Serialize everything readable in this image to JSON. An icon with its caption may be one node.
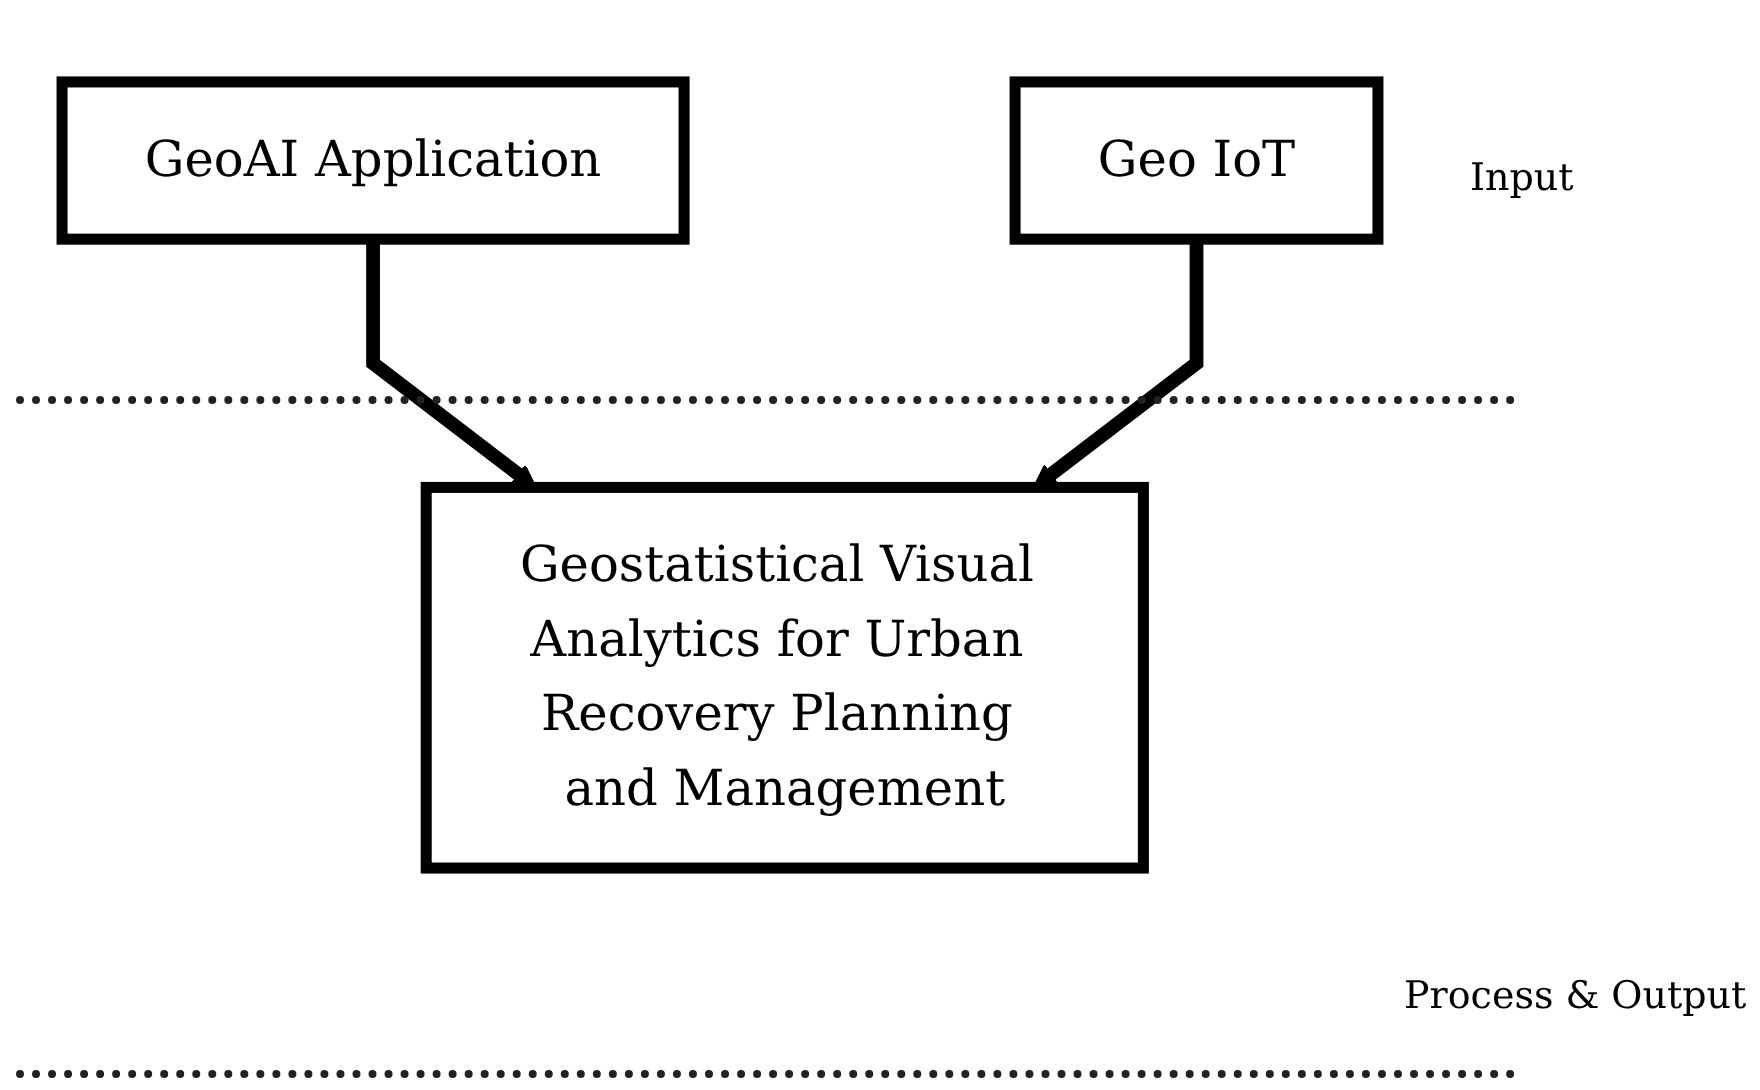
{
  "diagram": {
    "nodes": [
      {
        "text": [
          "GeoAI Application"
        ]
      },
      {
        "text": [
          "Geo IoT"
        ]
      },
      {
        "text": [
          "Geostatistical Visual Analytics for Urban Recovery Planning and Management"
        ]
      }
    ],
    "edges": [
      {
        "from": 0,
        "to": 2,
        "arrow": "to"
      },
      {
        "from": 1,
        "to": 2,
        "arrow": "to"
      }
    ],
    "labels": [
      "Input",
      "Process & Output"
    ]
  }
}
